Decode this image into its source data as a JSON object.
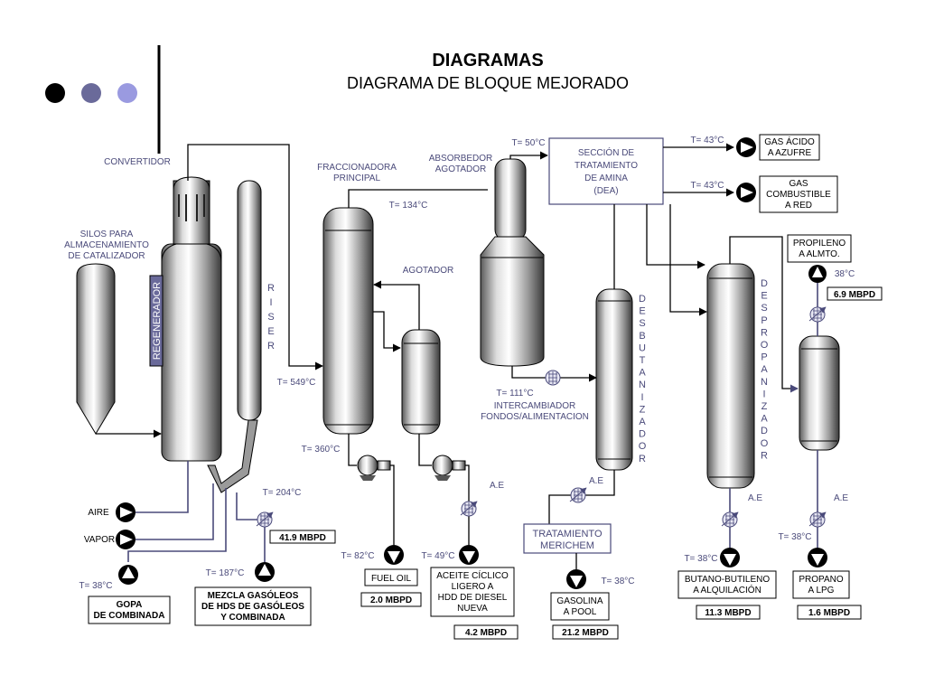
{
  "header": {
    "title": "DIAGRAMAS",
    "subtitle": "DIAGRAMA DE BLOQUE MEJORADO",
    "dots": [
      "#000000",
      "#6a6a9a",
      "#9a9ae0"
    ]
  },
  "units": {
    "convertidor": "CONVERTIDOR",
    "silos": [
      "SILOS PARA",
      "ALMACENAMIENTO",
      "DE CATALIZADOR"
    ],
    "regenerador": "REGENERADOR",
    "riser": [
      "R",
      "I",
      "S",
      "E",
      "R"
    ],
    "fraccionadora": [
      "FRACCIONADORA",
      "PRINCIPAL"
    ],
    "agotador": "AGOTADOR",
    "absorbedor": [
      "ABSORBEDOR",
      "AGOTADOR"
    ],
    "amina": [
      "SECCIÓN DE",
      "TRATAMIENTO",
      "DE AMINA",
      "(DEA)"
    ],
    "desbutanizador": [
      "D",
      "E",
      "S",
      "B",
      "U",
      "T",
      "A",
      "N",
      "I",
      "Z",
      "A",
      "D",
      "O",
      "R"
    ],
    "despropanizador": [
      "D",
      "E",
      "S",
      "P",
      "R",
      "O",
      "P",
      "A",
      "N",
      "I",
      "Z",
      "A",
      "D",
      "O",
      "R"
    ],
    "intercambiador": [
      "INTERCAMBIADOR",
      "FONDOS/ALIMENTACION"
    ],
    "merichem": [
      "TRATAMIENTO",
      "MERICHEM"
    ]
  },
  "temps": {
    "t50": "T= 50°C",
    "t43a": "T= 43°C",
    "t43b": "T= 43°C",
    "t134": "T= 134°C",
    "t549": "T= 549°C",
    "t360": "T= 360°C",
    "t111": "T= 111°C",
    "t204": "T= 204°C",
    "t187": "T= 187°C",
    "t38gopa": "T= 38°C",
    "t82": "T= 82°C",
    "t49": "T= 49°C",
    "t38gas": "T= 38°C",
    "t38but": "T= 38°C",
    "t38prop": "T= 38°C",
    "t38propil": "38°C"
  },
  "streams": {
    "aire": "AIRE",
    "vapor": "VAPOR",
    "ae1": "A.E",
    "ae2": "A.E",
    "ae3": "A.E",
    "ae4": "A.E",
    "gas_acido": [
      "GAS ÁCIDO",
      "A AZUFRE"
    ],
    "gas_comb": [
      "GAS",
      "COMBUSTIBLE",
      "A RED"
    ],
    "propileno": [
      "PROPILENO",
      "A ALMTO."
    ],
    "gopa": [
      "GOPA",
      "DE COMBINADA"
    ],
    "mezcla": [
      "MEZCLA GASÓLEOS",
      "DE HDS DE GASÓLEOS",
      "Y COMBINADA"
    ],
    "fuel_oil": "FUEL OIL",
    "aceite": [
      "ACEITE CÍCLICO",
      "LIGERO A",
      "HDD DE DIESEL",
      "NUEVA"
    ],
    "gasolina": [
      "GASOLINA",
      "A POOL"
    ],
    "butano": [
      "BUTANO-BUTILENO",
      "A ALQUILACIÓN"
    ],
    "propano": [
      "PROPANO",
      "A LPG"
    ]
  },
  "flows": {
    "mezcla": "41.9 MBPD",
    "fuel_oil": "2.0 MBPD",
    "aceite": "4.2 MBPD",
    "gasolina": "21.2 MBPD",
    "butano": "11.3 MBPD",
    "propano": "1.6 MBPD",
    "propileno": "6.9 MBPD"
  }
}
